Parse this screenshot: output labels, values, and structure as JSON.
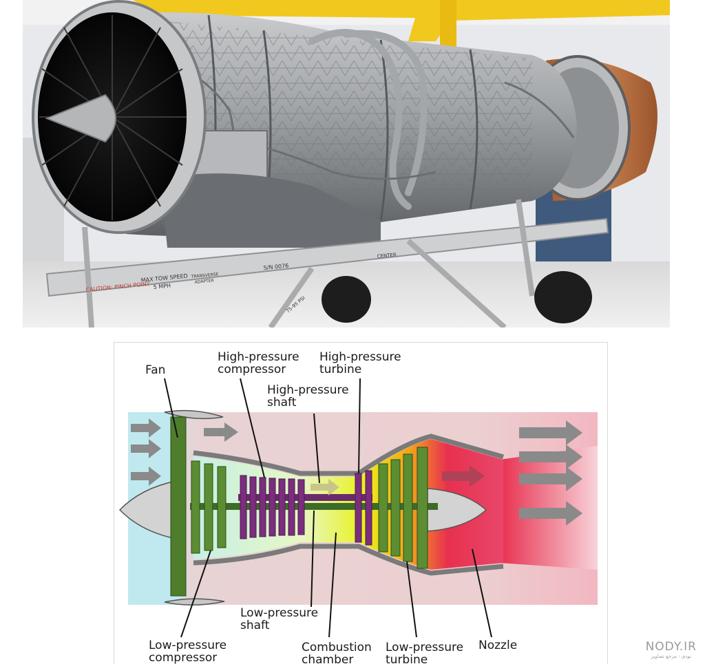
{
  "photo": {
    "plate_labels": [
      "CAUTION: PINCH POINT",
      "MAX TOW SPEED",
      "5 MPH",
      "TRANSVERSE",
      "ADAPTER",
      "S/N 0076",
      "CENTER",
      "75-95 PSI"
    ],
    "colors": {
      "wall": "#e9ebee",
      "beam": "#f1c81d",
      "engine": "#8c8e91",
      "rear_duct": "#b96b3b",
      "stand": "#c9c9c9"
    }
  },
  "diagram": {
    "labels": {
      "fan": "Fan",
      "hp_compressor": "High-pressure\ncompressor",
      "hp_turbine": "High-pressure\nturbine",
      "hp_shaft": "High-pressure\nshaft",
      "lp_shaft": "Low-pressure\nshaft",
      "lp_compressor": "Low-pressure\ncompressor",
      "combustion": "Combustion\nchamber",
      "lp_turbine": "Low-pressure\nturbine",
      "nozzle": "Nozzle"
    },
    "colors": {
      "cold_air": "#bfe9ef",
      "bypass": "#eccfd0",
      "hot_exhaust": "#e8304f",
      "combustion": "#e9f21a",
      "lp_blades": "#4e7d2b",
      "hp_blades": "#7b2e7d",
      "arrows": "#8a8a8a"
    }
  },
  "watermark": {
    "text": "NODY.IR",
    "subtext": "نودی - مرجع تصاویر"
  }
}
